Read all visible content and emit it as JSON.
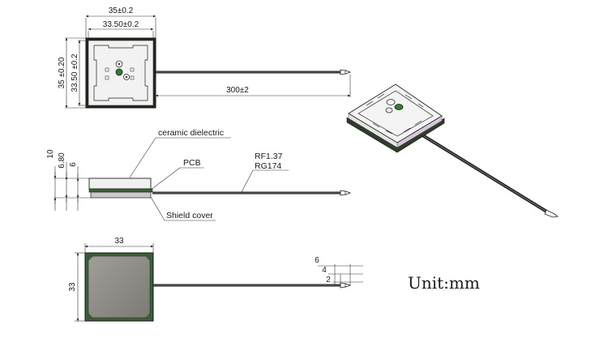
{
  "top_view": {
    "width_outer": "35±0.2",
    "width_inner": "33.50±0.2",
    "height_outer": "35 ±0.20",
    "height_inner": "33.50 ±0.2",
    "cable_length": "300±2"
  },
  "side_view": {
    "height_total": "10",
    "height_mid": "6.80",
    "height_low": "6",
    "label_ceramic": "ceramic dielectric",
    "label_pcb": "PCB",
    "label_cable_1": "RF1.37",
    "label_cable_2": "RG174",
    "label_shield": "Shield cover"
  },
  "bottom_view": {
    "width": "33",
    "height": "33",
    "conn_dim_1": "6",
    "conn_dim_2": "4",
    "conn_dim_3": "2"
  },
  "unit_label": "Unit:mm",
  "colors": {
    "line": "#222222",
    "antenna_fill": "#efefef",
    "ceramic_fill": "#8c8a85",
    "edge_green": "#3f5f3a",
    "pcb_pink": "#d8c6dd"
  }
}
